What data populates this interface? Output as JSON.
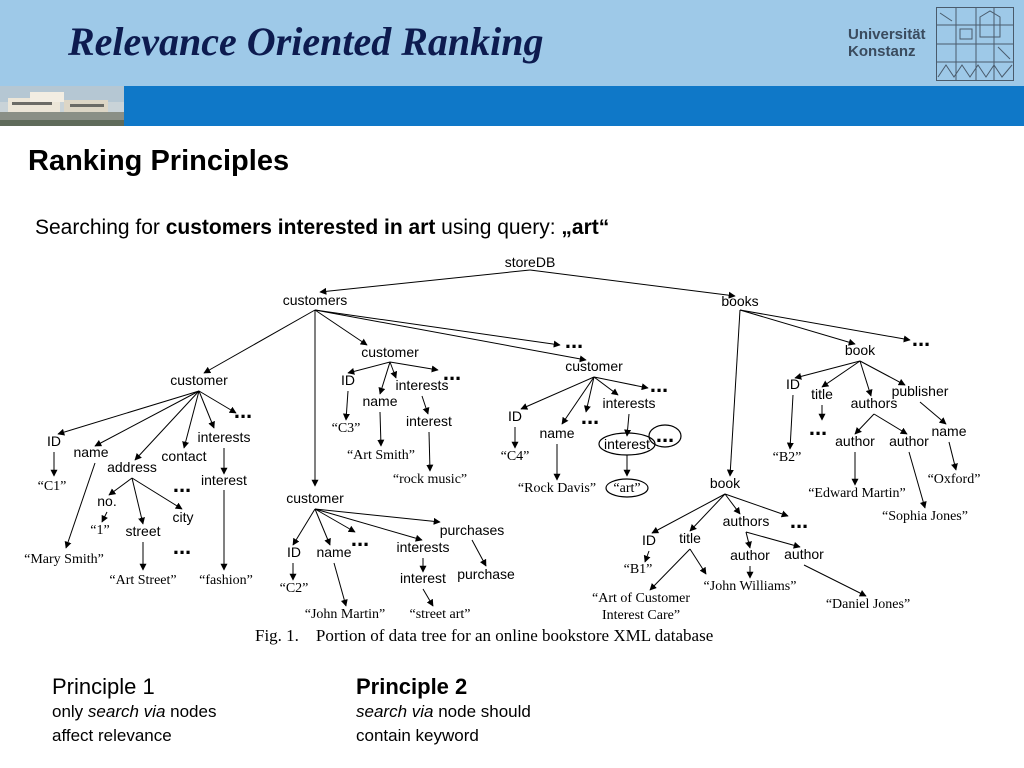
{
  "header": {
    "title": "Relevance Oriented Ranking",
    "logo_line1": "Universität",
    "logo_line2": "Konstanz"
  },
  "colors": {
    "header_bg": "#9ec9e8",
    "band": "#0f78c8",
    "title": "#0d1b4f"
  },
  "heading": "Ranking Principles",
  "search": {
    "prefix": "Searching for ",
    "bold": "customers interested in art",
    "middle": "  using query: ",
    "query": "„art“"
  },
  "diagram": {
    "caption": "Fig. 1.    Portion of data tree for an online bookstore XML database",
    "ellipsis": "...",
    "nodes": {
      "storedb": "storeDB",
      "customers": "customers",
      "books": "books",
      "customer": "customer",
      "id": "ID",
      "name": "name",
      "address": "address",
      "contact": "contact",
      "interests": "interests",
      "interest": "interest",
      "no": "no.",
      "street": "street",
      "city": "city",
      "purchases": "purchases",
      "purchase": "purchase",
      "book": "book",
      "title": "title",
      "authors": "authors",
      "author": "author",
      "publisher": "publisher"
    },
    "values": {
      "c1": "“C1”",
      "mary_smith": "“Mary Smith”",
      "one": "“1”",
      "art_street": "“Art Street”",
      "fashion": "“fashion”",
      "c2": "“C2”",
      "john_martin": "“John Martin”",
      "street_art": "“street art”",
      "c3": "“C3”",
      "art_smith": "“Art Smith”",
      "rock_music": "“rock music”",
      "c4": "“C4”",
      "rock_davis": "“Rock Davis”",
      "art": "“art”",
      "b2": "“B2”",
      "edward_martin": "“Edward Martin”",
      "sophia_jones": "“Sophia Jones”",
      "oxford": "“Oxford”",
      "b1": "“B1”",
      "art_of_cust_1": "“Art of Customer",
      "art_of_cust_2": "Interest Care”",
      "john_williams": "“John Williams”",
      "daniel_jones": "“Daniel Jones”"
    }
  },
  "principle1": {
    "title": "Principle 1",
    "line1_pre": "only ",
    "line1_em": "search via",
    "line1_post": " nodes",
    "line2": "affect relevance"
  },
  "principle2": {
    "title": "Principle 2",
    "line1_em": "search via",
    "line1_post": " node should",
    "line2": "contain keyword"
  }
}
